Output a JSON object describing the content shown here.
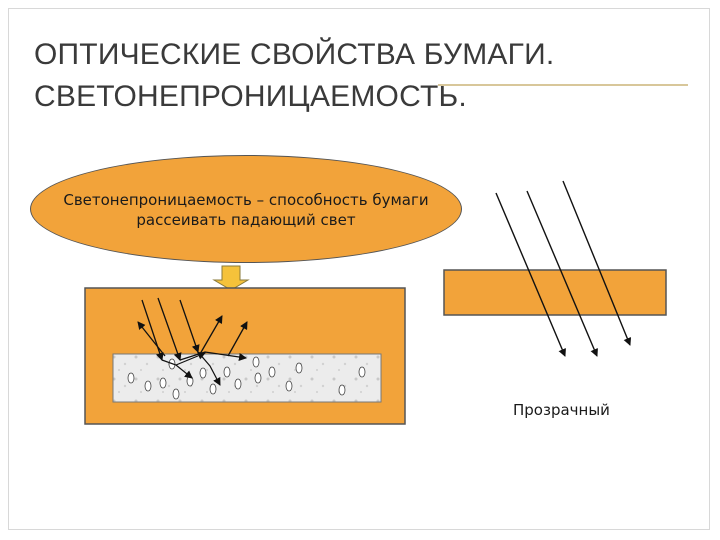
{
  "title": {
    "line1": "ОПТИЧЕСКИЕ СВОЙСТВА БУМАГИ.",
    "line2": "СВЕТОНЕПРОНИЦАЕМОСТЬ."
  },
  "definition": {
    "line1": "Светонепроницаемость – способность бумаги",
    "line2": "рассеивать падающий свет"
  },
  "transparent_label": "Прозрачный",
  "colors": {
    "orange": "#f2a33a",
    "arrow_fill": "#f5c23a",
    "paper": "#e9e9e9"
  }
}
